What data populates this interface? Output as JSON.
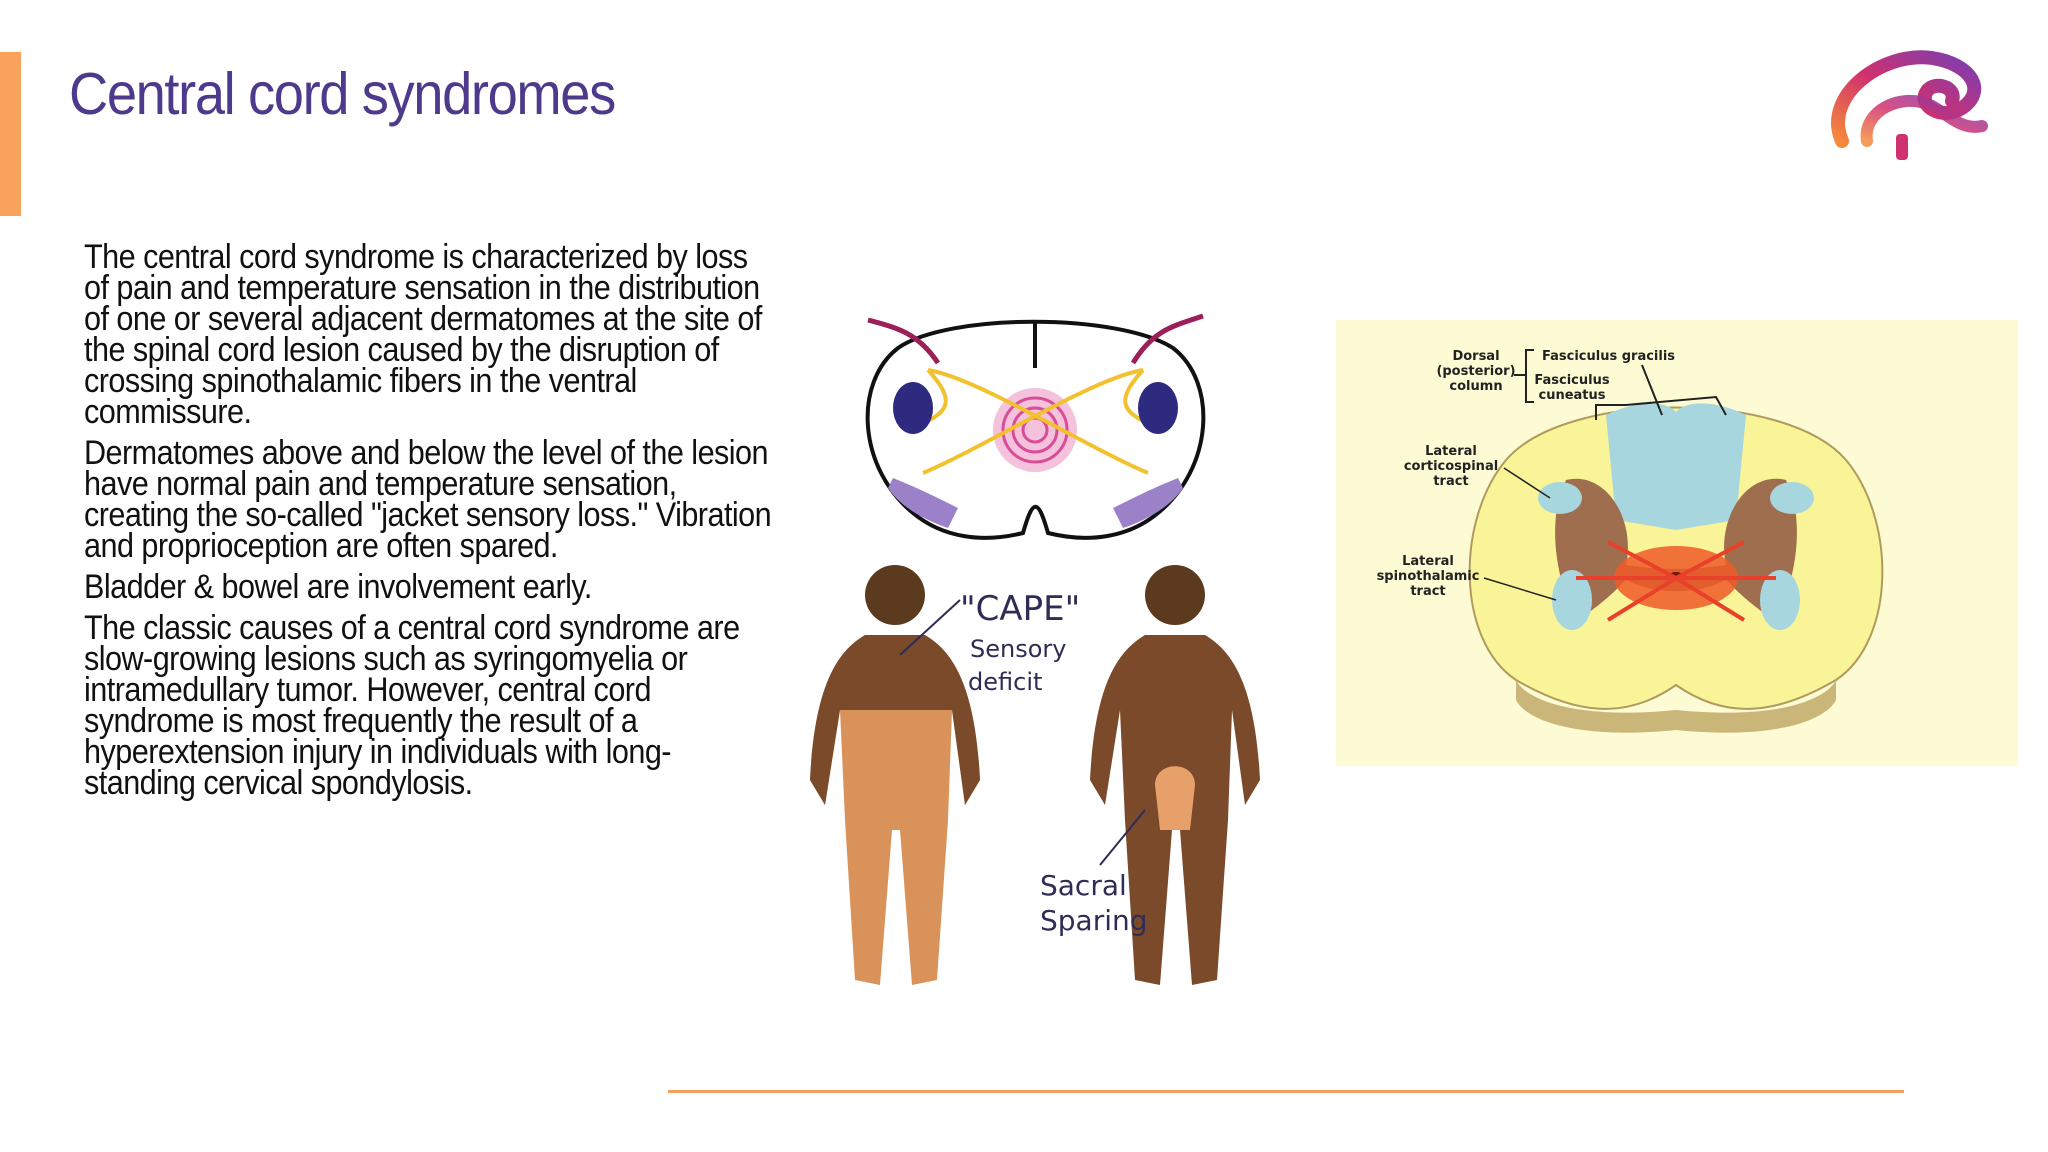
{
  "slide": {
    "title": "Central cord syndromes",
    "paragraphs": [
      "The central cord syndrome is characterized by loss of pain and temperature sensation in the distribution of one or several adjacent dermatomes at the site of the spinal cord lesion caused by the disruption of crossing spinothalamic fibers in the ventral commissure.",
      "Dermatomes above and below the level of the lesion have normal pain and temperature sensation, creating the so-called \"jacket sensory loss.\" Vibration and proprioception are often spared.",
      "Bladder & bowel are involvement early.",
      "The classic causes of a central cord syndrome are slow-growing lesions such as syringomyelia or intramedullary tumor. However, central cord syndrome is most frequently the result of a hyperextension injury in individuals with long-standing cervical spondylosis."
    ]
  },
  "figure_bodies": {
    "cape_label": "\"CAPE\"",
    "cape_sub1": "Sensory",
    "cape_sub2": "deficit",
    "sacral1": "Sacral",
    "sacral2": "Sparing"
  },
  "figure_spine": {
    "dorsal1": "Dorsal",
    "dorsal2": "(posterior)",
    "dorsal3": "column",
    "gracilis": "Fasciculus gracilis",
    "cuneatus1": "Fasciculus",
    "cuneatus2": "cuneatus",
    "lat_cs1": "Lateral",
    "lat_cs2": "corticospinal",
    "lat_cs3": "tract",
    "lat_st1": "Lateral",
    "lat_st2": "spinothalamic",
    "lat_st3": "tract"
  },
  "colors": {
    "title": "#4e3a8c",
    "accent": "#f9a25b",
    "rule": "#f4a160"
  },
  "icons": [
    "brain-logo-icon"
  ]
}
